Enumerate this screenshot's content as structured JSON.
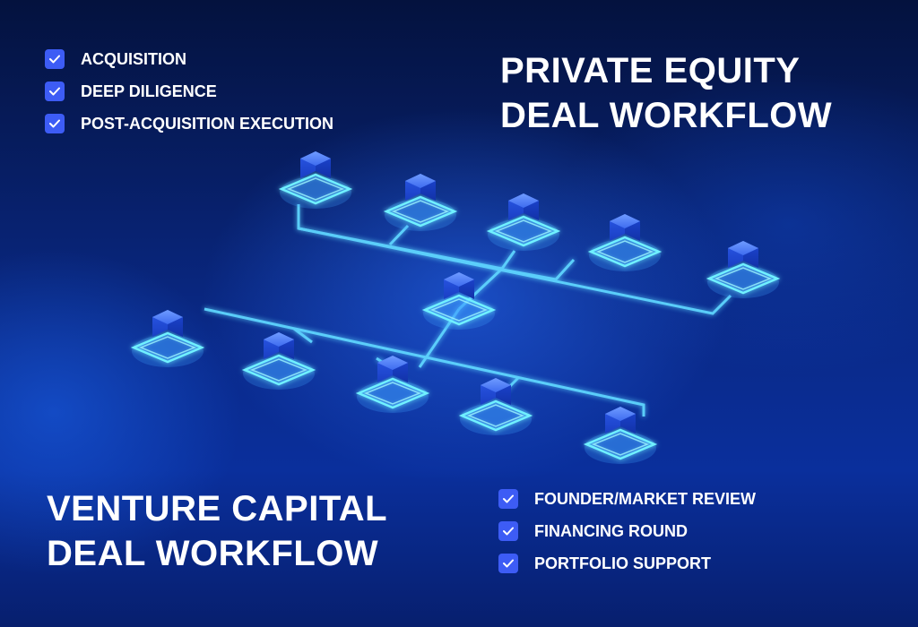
{
  "private_equity": {
    "title_line1": "PRIVATE EQUITY",
    "title_line2": "DEAL WORKFLOW",
    "steps": [
      "ACQUISITION",
      "DEEP DILIGENCE",
      "POST-ACQUISITION EXECUTION"
    ]
  },
  "venture_capital": {
    "title_line1": "VENTURE CAPITAL",
    "title_line2": "DEAL WORKFLOW",
    "steps": [
      "FOUNDER/MARKET REVIEW",
      "FINANCING ROUND",
      "PORTFOLIO SUPPORT"
    ]
  },
  "colors": {
    "background": "#0a2a8a",
    "glow": "#4fd3ff",
    "checkbox": "#3d5cf5",
    "text": "#ffffff"
  },
  "icons": {
    "step_marker": "check-icon",
    "network_node": "cube-node-icon"
  }
}
